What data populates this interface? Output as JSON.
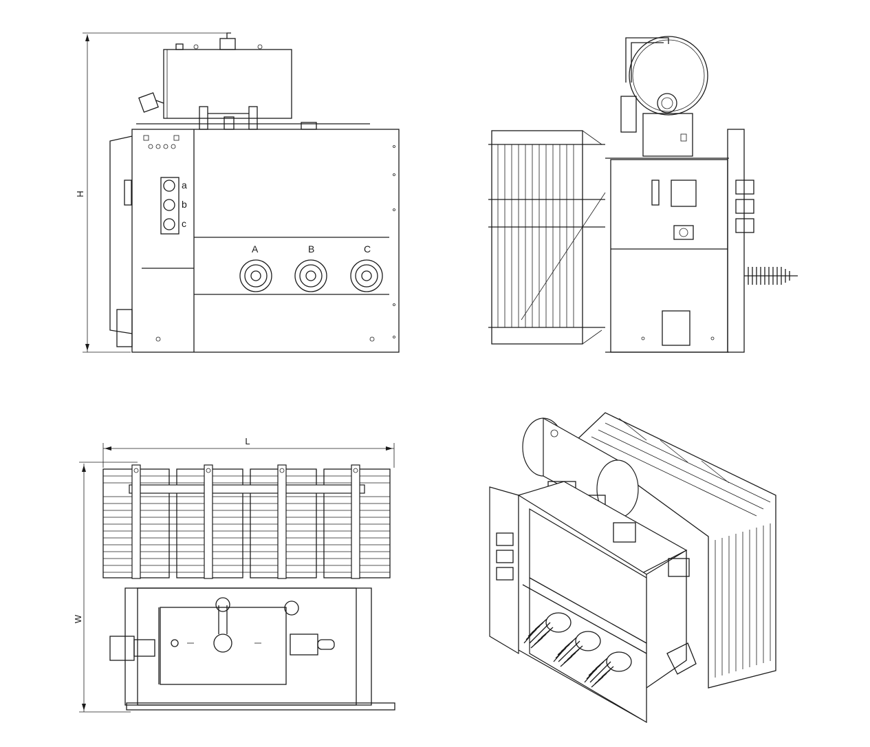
{
  "views": {
    "front": {
      "dimension_height": "H",
      "lv_terminals": [
        "a",
        "b",
        "c"
      ],
      "hv_terminals": [
        "A",
        "B",
        "C"
      ]
    },
    "top": {
      "dimension_length": "L",
      "dimension_width": "W"
    },
    "side": {},
    "isometric": {}
  },
  "colors": {
    "line": "#1a1a1a",
    "background": "#ffffff"
  }
}
